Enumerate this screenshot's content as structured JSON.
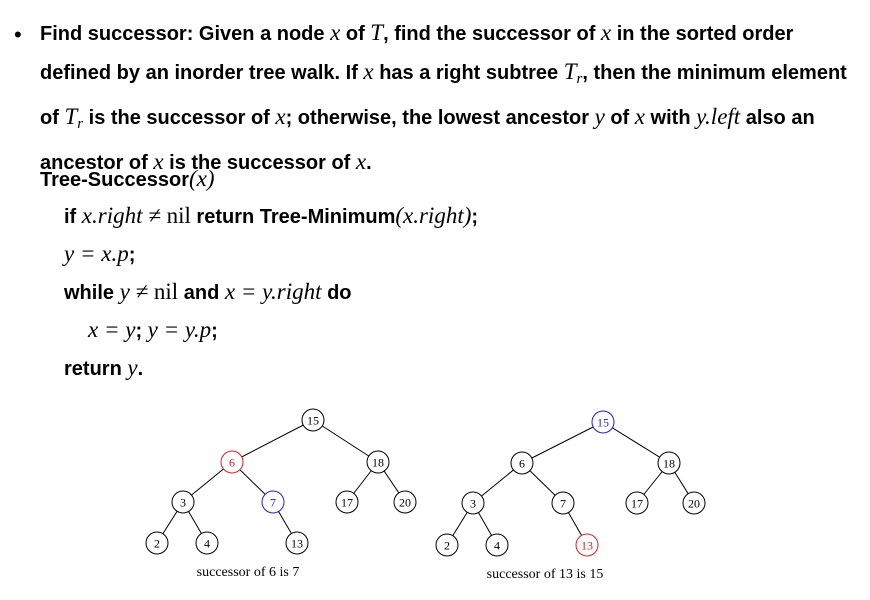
{
  "bullet": "•",
  "para": {
    "t1": "Find successor: Given a node ",
    "x": "x",
    "t2": " of ",
    "T": "T",
    "t3": ", find the successor of ",
    "t4": " in the sorted order defined by an inorder tree walk. If ",
    "t5": " has a right subtree ",
    "Tr_T": "T",
    "Tr_r": "r",
    "t6": ", then the minimum element of ",
    "t7": " is the successor of ",
    "t8": "; otherwise, the lowest ancestor ",
    "y": "y",
    "t9": " of ",
    "t10": " with ",
    "yleft": "y.left",
    "t11": " also an ancestor of ",
    "t12": " is the successor of ",
    "end": "."
  },
  "algo": {
    "name": "Tree-Successor",
    "param": "(x)",
    "l1_if": "if ",
    "l1_cond": "x.right ≠ ",
    "nil": "nil",
    "l1_ret": " return Tree-Minimum",
    "l1_arg": "(x.right)",
    "l1_end": ";",
    "l2": "y = x.p",
    "semi": ";",
    "l3_while": "while ",
    "l3_cond": "y ≠ ",
    "l3_and": " and ",
    "l3_cond2": "x = y.right",
    "l3_do": " do",
    "l4a": "x = y",
    "l4sep": "; ",
    "l4b": "y = y.p",
    "l5_ret": "return ",
    "l5_y": "y",
    "l5_end": "."
  },
  "trees": [
    {
      "caption": "successor of 6 is 7",
      "nodes": [
        {
          "id": "n15",
          "label": "15",
          "color": "black"
        },
        {
          "id": "n6",
          "label": "6",
          "color": "red"
        },
        {
          "id": "n18",
          "label": "18",
          "color": "black"
        },
        {
          "id": "n3",
          "label": "3",
          "color": "black"
        },
        {
          "id": "n7",
          "label": "7",
          "color": "blue"
        },
        {
          "id": "n17",
          "label": "17",
          "color": "black"
        },
        {
          "id": "n20",
          "label": "20",
          "color": "black"
        },
        {
          "id": "n2",
          "label": "2",
          "color": "black"
        },
        {
          "id": "n4",
          "label": "4",
          "color": "black"
        },
        {
          "id": "n13",
          "label": "13",
          "color": "black"
        }
      ]
    },
    {
      "caption": "successor of 13 is 15",
      "nodes": [
        {
          "id": "n15",
          "label": "15",
          "color": "blue"
        },
        {
          "id": "n6",
          "label": "6",
          "color": "black"
        },
        {
          "id": "n18",
          "label": "18",
          "color": "black"
        },
        {
          "id": "n3",
          "label": "3",
          "color": "black"
        },
        {
          "id": "n7",
          "label": "7",
          "color": "black"
        },
        {
          "id": "n17",
          "label": "17",
          "color": "black"
        },
        {
          "id": "n20",
          "label": "20",
          "color": "black"
        },
        {
          "id": "n2",
          "label": "2",
          "color": "black"
        },
        {
          "id": "n4",
          "label": "4",
          "color": "black"
        },
        {
          "id": "n13",
          "label": "13",
          "color": "red"
        }
      ]
    }
  ],
  "colors": {
    "red": "#e02020",
    "blue": "#2020d0",
    "black": "#000000"
  }
}
